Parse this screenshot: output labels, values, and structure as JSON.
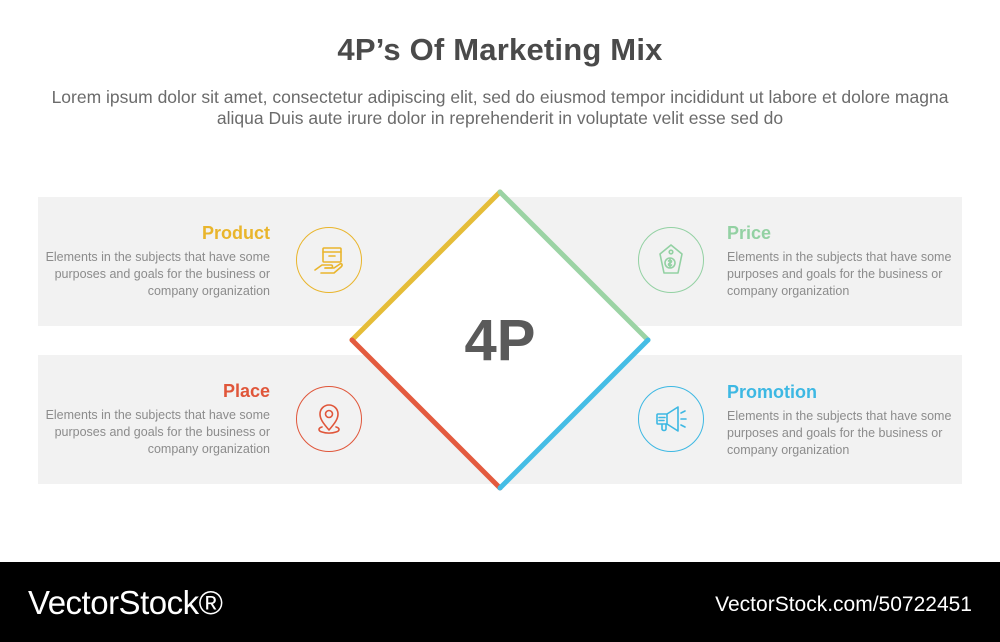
{
  "header": {
    "title": "4P’s Of Marketing Mix",
    "subtitle": "Lorem ipsum dolor sit amet, consectetur adipiscing elit, sed do eiusmod tempor incididunt ut labore et dolore magna aliqua Duis aute irure dolor in reprehenderit in voluptate velit esse sed do"
  },
  "center": {
    "label": "4P"
  },
  "items": [
    {
      "key": "product",
      "title": "Product",
      "desc": "Elements in the subjects that have some purposes and goals for the business or company organization",
      "color": "#e9b52c",
      "icon": "box-hand-icon"
    },
    {
      "key": "price",
      "title": "Price",
      "desc": "Elements in the subjects that have some purposes and goals for the business or company organization",
      "color": "#93d1a3",
      "icon": "price-tag-icon"
    },
    {
      "key": "place",
      "title": "Place",
      "desc": "Elements in the subjects that have some purposes and goals for the business or company organization",
      "color": "#e0563a",
      "icon": "location-pin-icon"
    },
    {
      "key": "promotion",
      "title": "Promotion",
      "desc": "Elements in the subjects that have some purposes and goals for the business or company organization",
      "color": "#3db8e3",
      "icon": "megaphone-icon"
    }
  ],
  "diamond_colors": {
    "top_left": "#e5bd38",
    "top_right": "#9bd3a4",
    "bottom_left": "#e35b3f",
    "bottom_right": "#45bde5"
  },
  "footer": {
    "brand": "VectorStock®",
    "image_id": "VectorStock.com/50722451"
  }
}
